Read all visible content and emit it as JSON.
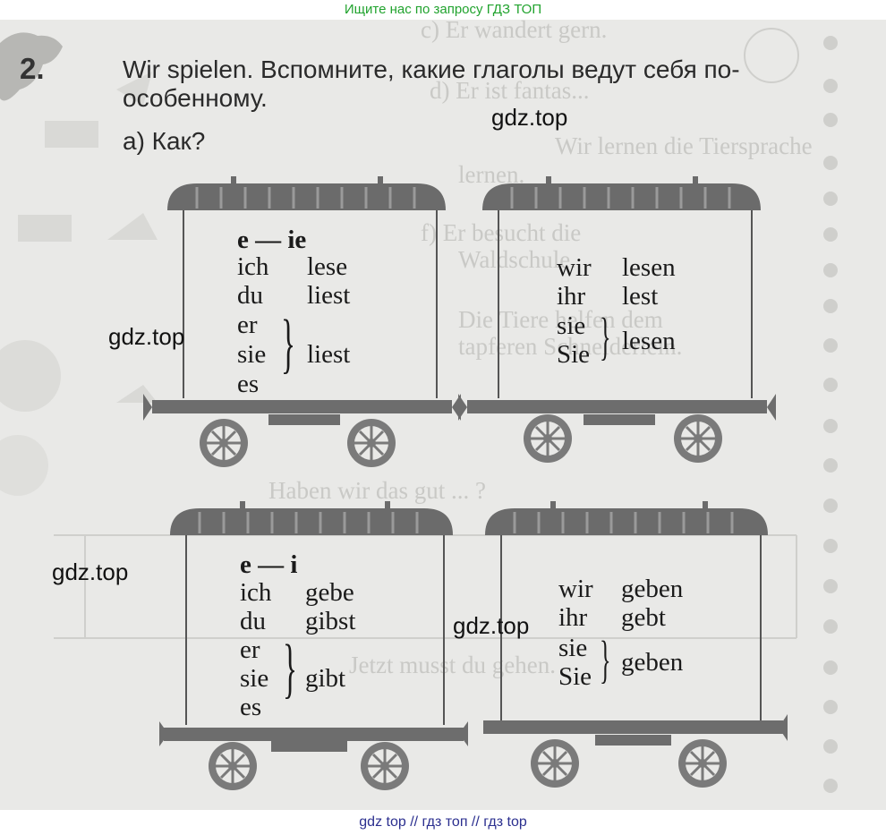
{
  "banners": {
    "top": "Ищите нас по запросу ГДЗ ТОП",
    "bottom": "gdz top  //  гдз топ  //  гдз top"
  },
  "exercise": {
    "number": "2.",
    "instruction": "Wir spielen. Вспомните, какие глаголы ведут себя по-особенному.",
    "subtask": "а) Как?"
  },
  "watermarks": [
    "gdz.top",
    "gdz.top",
    "gdz.top",
    "gdz.top"
  ],
  "background_text": [
    "c) Er wandert gern.",
    "d) Er ist fantas...",
    "Wir lernen die Tiersprache",
    "lernen.",
    "f) Er besucht die",
    "Waldschule.",
    "Die Tiere helfen dem",
    "tapferen Schneiderlein.",
    "Haben wir das gut ... ?",
    "Jetzt musst du gehen."
  ],
  "wagons": {
    "e_ie_singular": {
      "header": "e — ie",
      "rows": [
        {
          "pronoun": "ich",
          "verb": "lese"
        },
        {
          "pronoun": "du",
          "verb": "liest"
        }
      ],
      "group_pronouns": [
        "er",
        "sie",
        "es"
      ],
      "group_verb": "liest"
    },
    "e_ie_plural": {
      "rows": [
        {
          "pronoun": "wir",
          "verb": "lesen"
        },
        {
          "pronoun": "ihr",
          "verb": "lest"
        }
      ],
      "group_pronouns": [
        "sie",
        "Sie"
      ],
      "group_verb": "lesen"
    },
    "e_i_singular": {
      "header": "e — i",
      "rows": [
        {
          "pronoun": "ich",
          "verb": "gebe"
        },
        {
          "pronoun": "du",
          "verb": "gibst"
        }
      ],
      "group_pronouns": [
        "er",
        "sie",
        "es"
      ],
      "group_verb": "gibt"
    },
    "e_i_plural": {
      "rows": [
        {
          "pronoun": "wir",
          "verb": "geben"
        },
        {
          "pronoun": "ihr",
          "verb": "gebt"
        }
      ],
      "group_pronouns": [
        "sie",
        "Sie"
      ],
      "group_verb": "geben"
    }
  },
  "colors": {
    "paper": "#e9e9e7",
    "roof": "#6b6b6b",
    "chassis": "#6d6d6d",
    "banner_green": "#21a32e",
    "banner_blue": "#2b2f8f"
  }
}
